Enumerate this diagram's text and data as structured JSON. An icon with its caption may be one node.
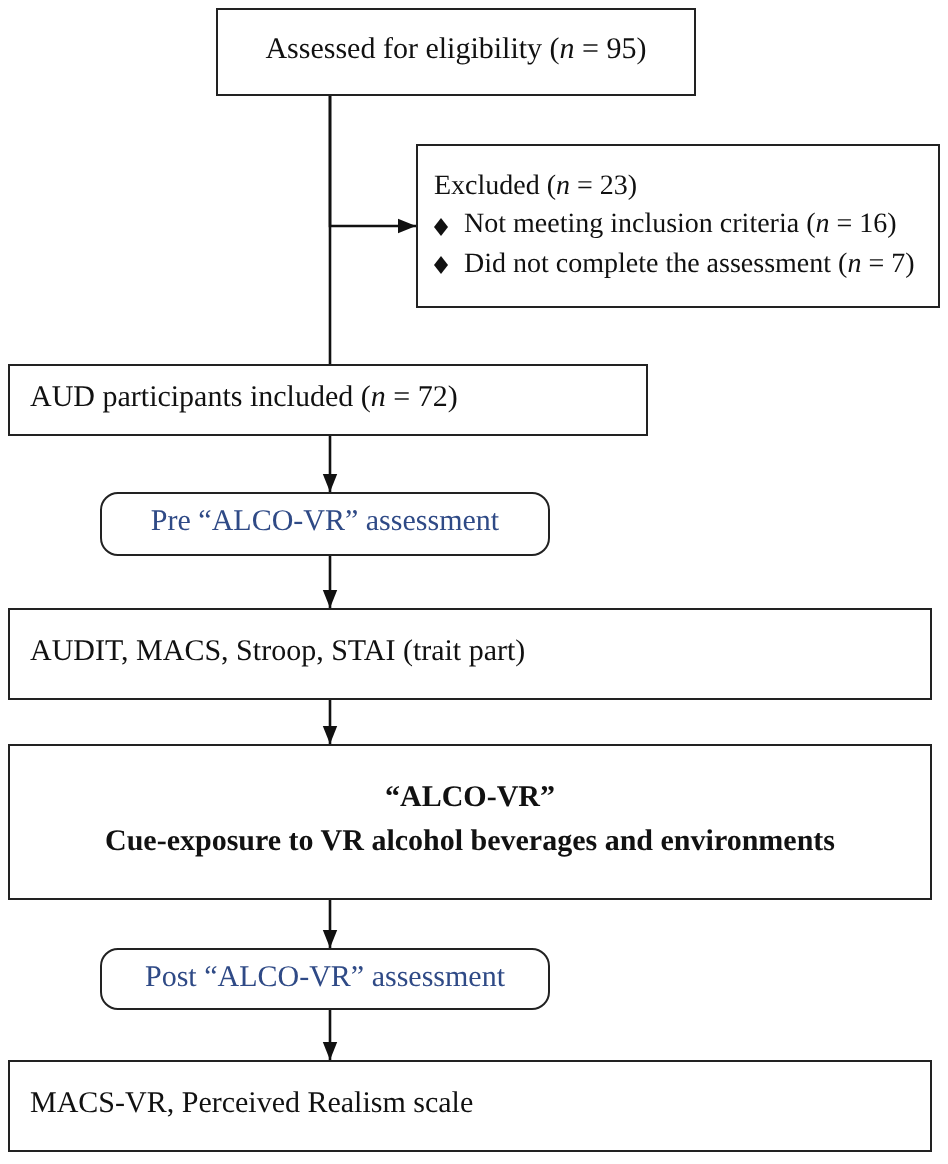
{
  "diagram": {
    "nodes": [
      {
        "text": [
          "Assessed for eligibility (*n* = 95)"
        ]
      },
      {
        "text": [
          "Excluded (*n* = 23)",
          "Not meeting inclusion criteria (*n* = 16)",
          "Did not complete the assessment (*n* = 7)"
        ]
      },
      {
        "text": [
          "AUD participants included (*n* = 72)"
        ]
      },
      {
        "text": [
          "Pre “ALCO-VR” assessment"
        ]
      },
      {
        "text": [
          "AUDIT, MACS, Stroop, STAI (trait part)"
        ]
      },
      {
        "text": [
          "“ALCO-VR”",
          "Cue-exposure to VR alcohol beverages and environments"
        ]
      },
      {
        "text": [
          "Post “ALCO-VR” assessment"
        ]
      },
      {
        "text": [
          "MACS-VR, Perceived Realism scale"
        ]
      }
    ],
    "edges": [
      {
        "from": 0,
        "to": 1,
        "arrow": "to"
      },
      {
        "from": 0,
        "to": 2,
        "arrow": "none"
      },
      {
        "from": 2,
        "to": 3,
        "arrow": "to"
      },
      {
        "from": 3,
        "to": 4,
        "arrow": "to"
      },
      {
        "from": 4,
        "to": 5,
        "arrow": "to"
      },
      {
        "from": 5,
        "to": 6,
        "arrow": "to"
      },
      {
        "from": 6,
        "to": 7,
        "arrow": "to"
      }
    ]
  }
}
